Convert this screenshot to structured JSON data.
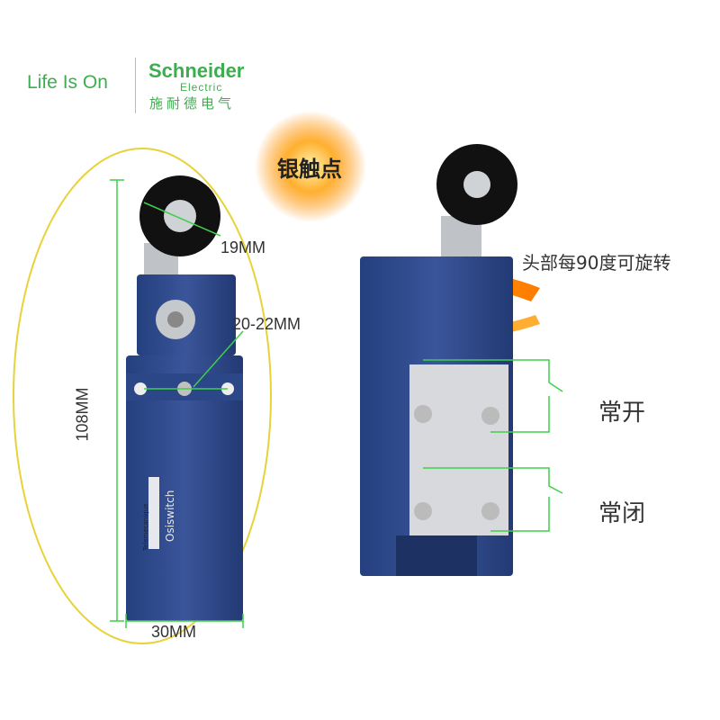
{
  "logo": {
    "tagline": "Life Is On",
    "brand": "Schneider",
    "sub_brand": "Electric",
    "brand_cn": "施耐德电气"
  },
  "badge": {
    "text": "银触点"
  },
  "dimensions": {
    "roller": "19MM",
    "mount": "20-22MM",
    "height": "108MM",
    "width": "30MM"
  },
  "product_label": {
    "maker": "Telemecanique",
    "model": "Osiswitch"
  },
  "annotations": {
    "rotation": "头部每90度可旋转",
    "normally_open": "常开",
    "normally_closed": "常闭"
  },
  "colors": {
    "brand_green": "#3dae4f",
    "body_blue": "#2f4a8c",
    "ellipse": "#e8d23a",
    "dim_green": "#3fcf4a"
  }
}
